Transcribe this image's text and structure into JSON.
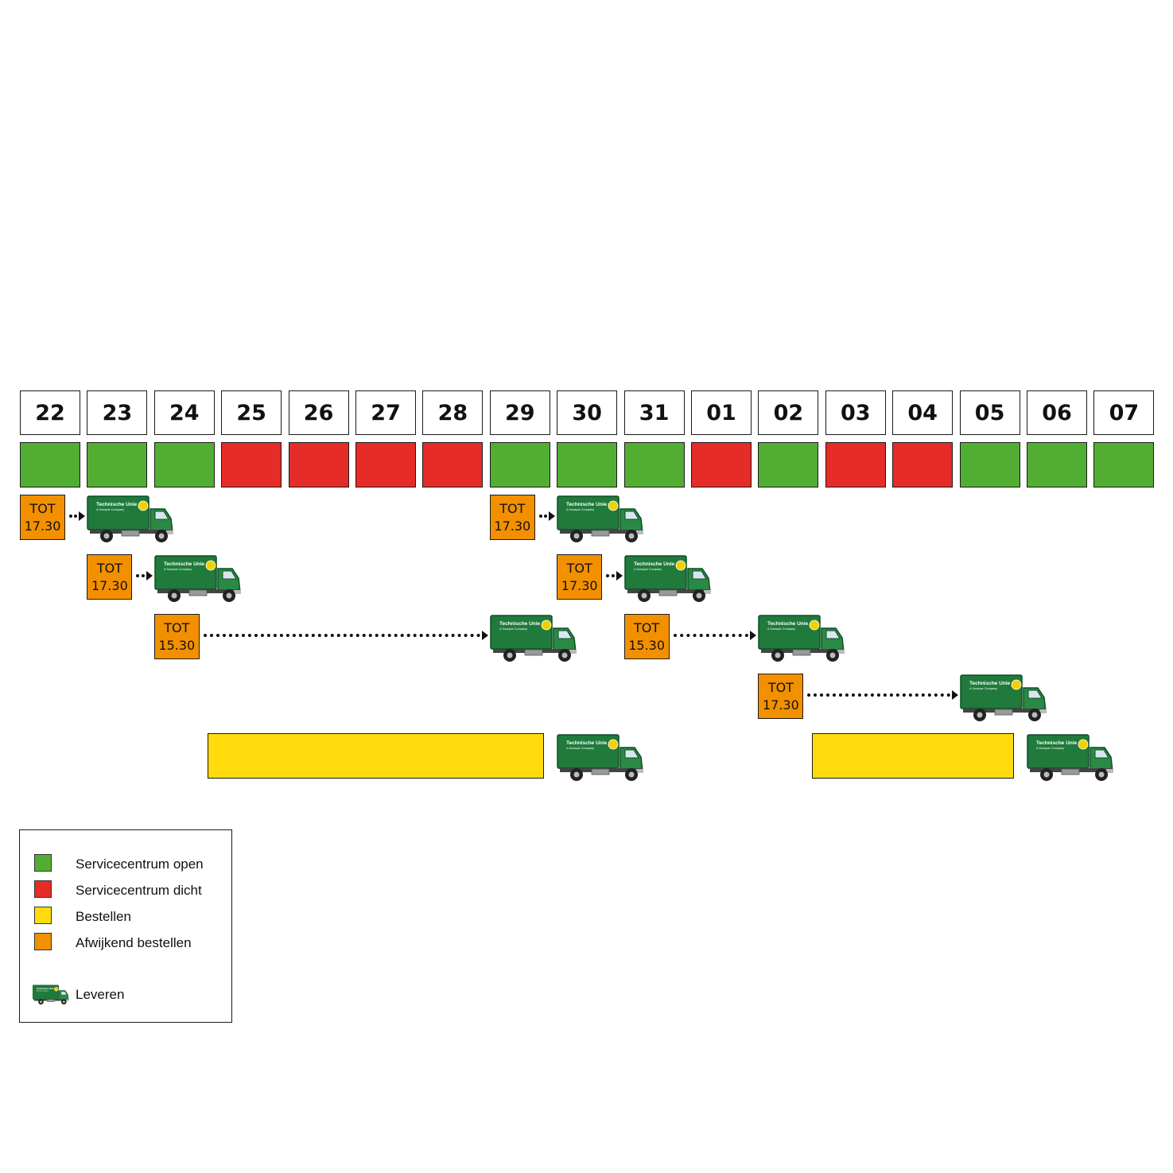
{
  "days": [
    "22",
    "23",
    "24",
    "25",
    "26",
    "27",
    "28",
    "29",
    "30",
    "31",
    "01",
    "02",
    "03",
    "04",
    "05",
    "06",
    "07"
  ],
  "status": [
    "open",
    "open",
    "open",
    "closed",
    "closed",
    "closed",
    "closed",
    "open",
    "open",
    "open",
    "closed",
    "open",
    "closed",
    "closed",
    "open",
    "open",
    "open"
  ],
  "colors": {
    "open": "#52ae32",
    "closed": "#e52c28",
    "order": "#ffdb0e",
    "deviant": "#f29000",
    "truck": "#1f7a3b"
  },
  "deliveries": [
    {
      "row": 0,
      "order_day": 0,
      "tot": "TOT",
      "time": "17.30",
      "deliver_day": 1
    },
    {
      "row": 0,
      "order_day": 7,
      "tot": "TOT",
      "time": "17.30",
      "deliver_day": 8
    },
    {
      "row": 1,
      "order_day": 1,
      "tot": "TOT",
      "time": "17.30",
      "deliver_day": 2
    },
    {
      "row": 1,
      "order_day": 8,
      "tot": "TOT",
      "time": "17.30",
      "deliver_day": 9
    },
    {
      "row": 2,
      "order_day": 2,
      "tot": "TOT",
      "time": "15.30",
      "deliver_day": 7
    },
    {
      "row": 2,
      "order_day": 9,
      "tot": "TOT",
      "time": "15.30",
      "deliver_day": 11
    },
    {
      "row": 3,
      "order_day": 11,
      "tot": "TOT",
      "time": "17.30",
      "deliver_day": 14
    }
  ],
  "order_bars": [
    {
      "start_day": 2.8,
      "end_day": 7.9,
      "deliver_day": 8
    },
    {
      "start_day": 11.8,
      "end_day": 14.9,
      "deliver_day": 15
    }
  ],
  "truck_text": {
    "brand": "Technische Unie",
    "sub": "A Sonepar Company"
  },
  "legend": {
    "open": "Servicecentrum open",
    "closed": "Servicecentrum dicht",
    "order": "Bestellen",
    "deviant": "Afwijkend bestellen",
    "deliver": "Leveren"
  }
}
